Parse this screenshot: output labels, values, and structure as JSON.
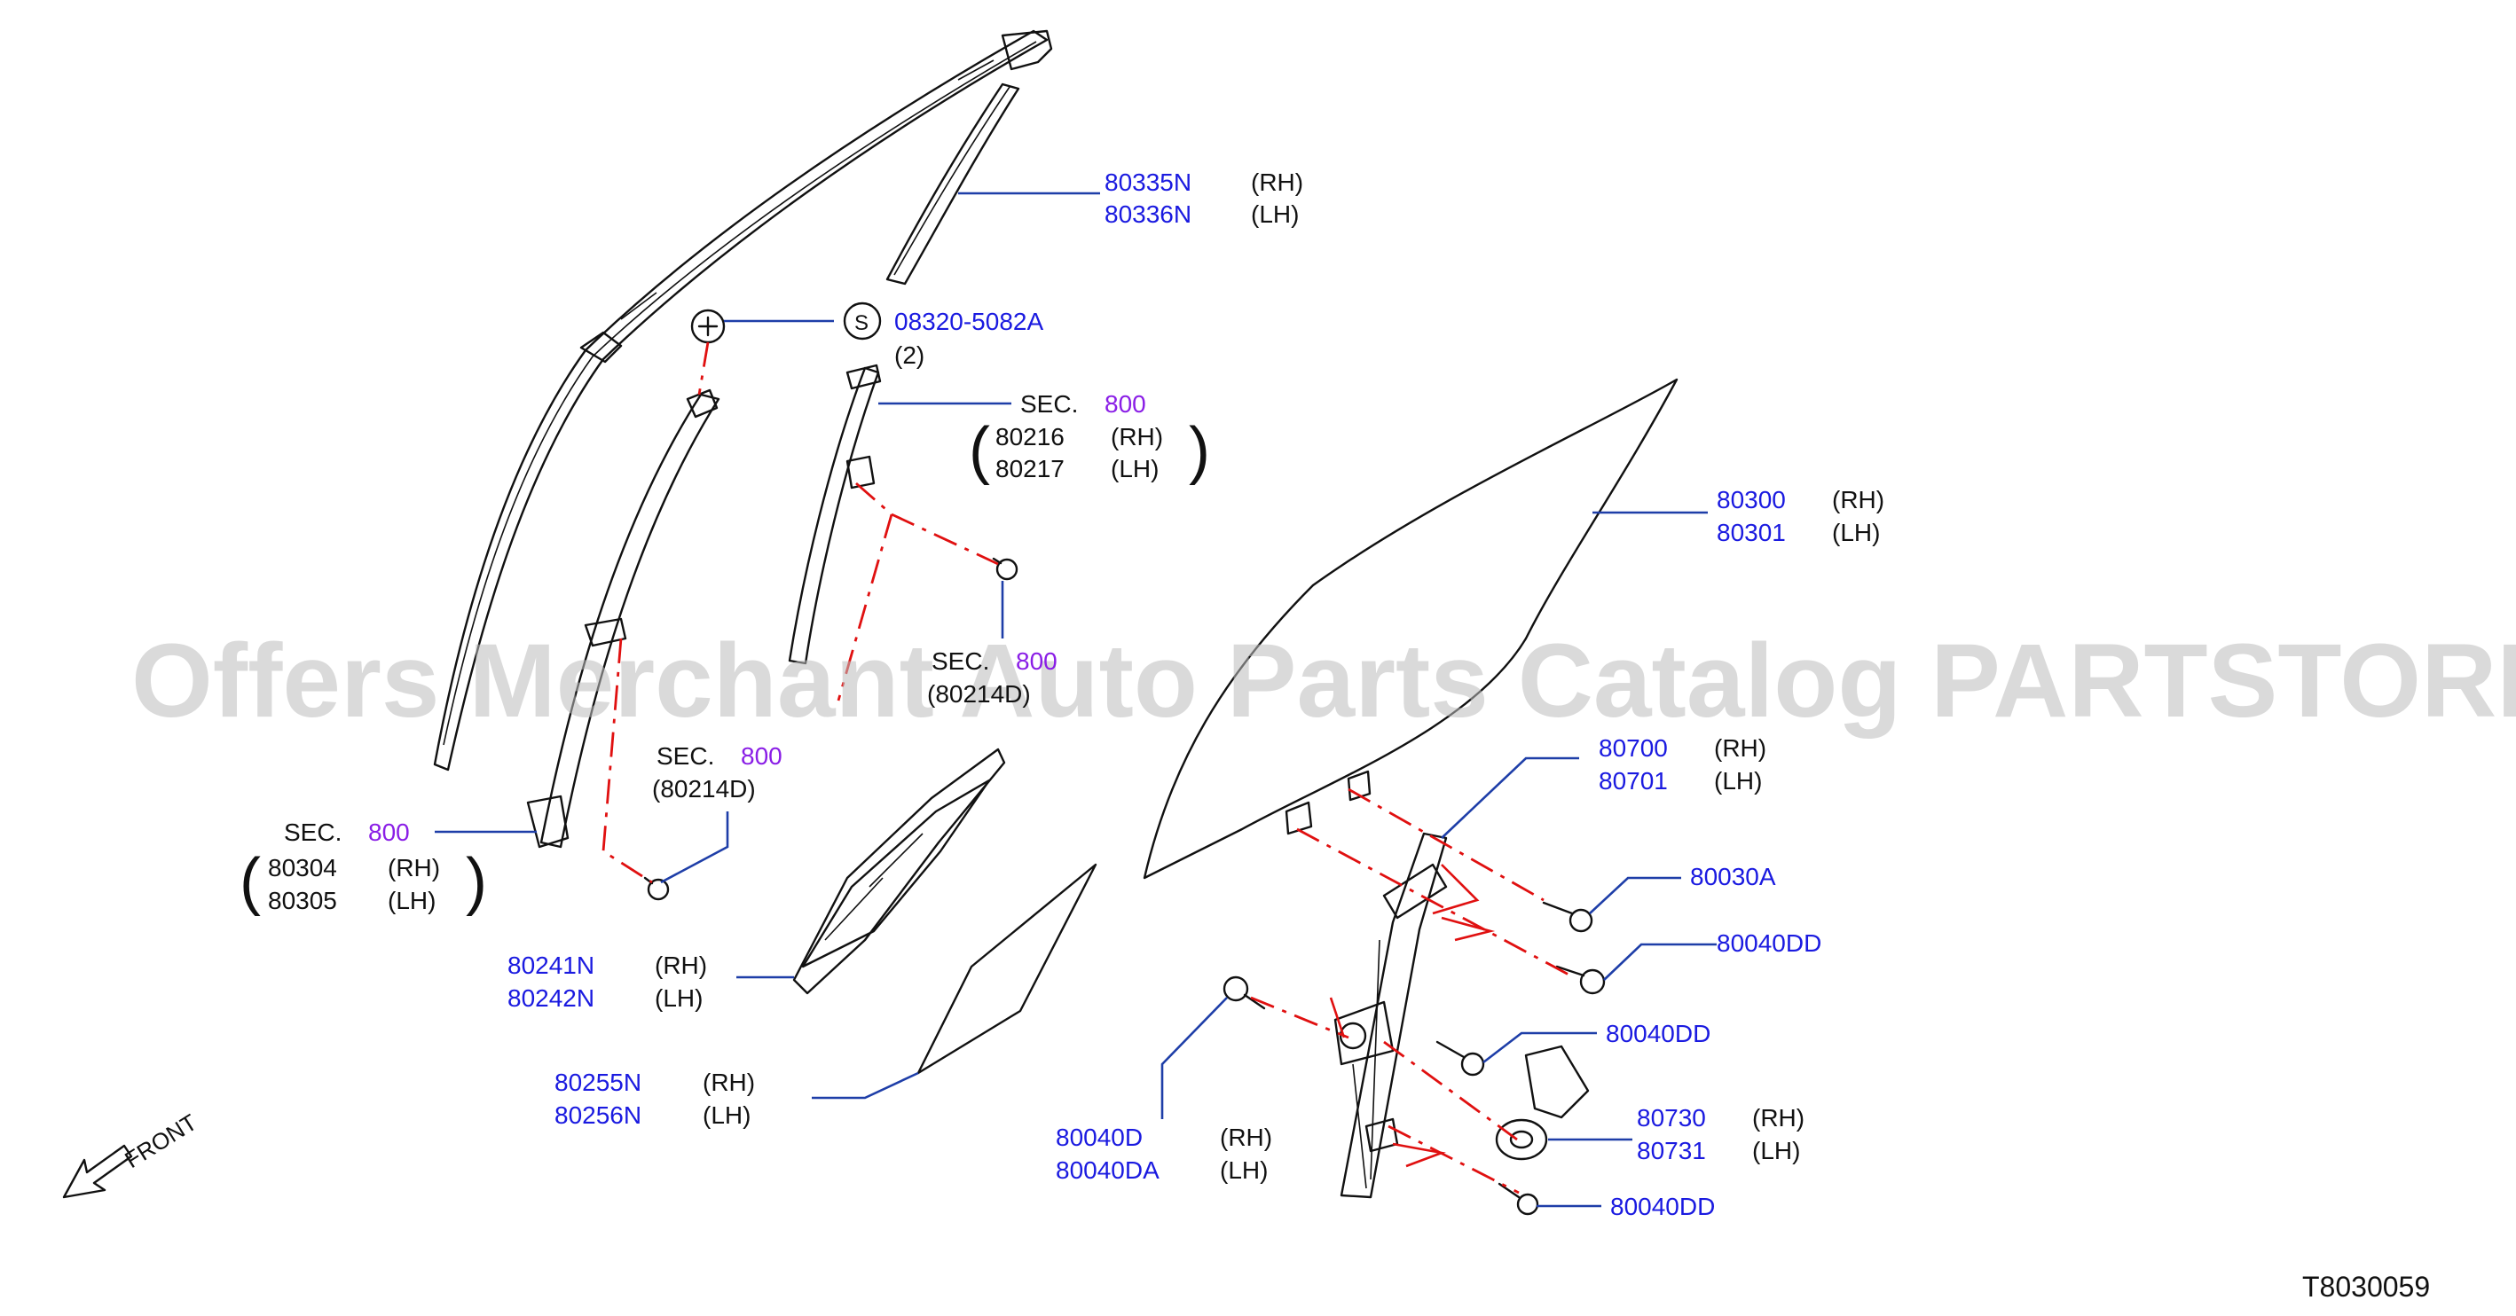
{
  "watermark": "Offers Merchant Auto Parts Catalog PARTSTORE.SA",
  "diagram_code": "T8030059",
  "front_label": "FRONT",
  "callouts": {
    "c_80335": {
      "part1": "80335N",
      "part2": "80336N",
      "side1": "(RH)",
      "side2": "(LH)"
    },
    "c_08320": {
      "symbol": "S",
      "part": "08320-5082A",
      "qty": "(2)"
    },
    "c_sec800_a": {
      "sec": "SEC.",
      "num": "800",
      "part1": "80216",
      "part2": "80217",
      "side1": "(RH)",
      "side2": "(LH)"
    },
    "c_sec800_b": {
      "sec": "SEC.",
      "num": "800",
      "part": "(80214D)"
    },
    "c_sec800_c": {
      "sec": "SEC.",
      "num": "800",
      "part": "(80214D)"
    },
    "c_sec800_d": {
      "sec": "SEC.",
      "num": "800",
      "part1": "80304",
      "part2": "80305",
      "side1": "(RH)",
      "side2": "(LH)"
    },
    "c_80241": {
      "part1": "80241N",
      "part2": "80242N",
      "side1": "(RH)",
      "side2": "(LH)"
    },
    "c_80255": {
      "part1": "80255N",
      "part2": "80256N",
      "side1": "(RH)",
      "side2": "(LH)"
    },
    "c_80300": {
      "part1": "80300",
      "part2": "80301",
      "side1": "(RH)",
      "side2": "(LH)"
    },
    "c_80700": {
      "part1": "80700",
      "part2": "80701",
      "side1": "(RH)",
      "side2": "(LH)"
    },
    "c_80030a": {
      "part": "80030A"
    },
    "c_80040dd_1": {
      "part": "80040DD"
    },
    "c_80040dd_2": {
      "part": "80040DD"
    },
    "c_80040dd_3": {
      "part": "80040DD"
    },
    "c_80730": {
      "part1": "80730",
      "part2": "80731",
      "side1": "(RH)",
      "side2": "(LH)"
    },
    "c_80040d": {
      "part1": "80040D",
      "part2": "80040DA",
      "side1": "(RH)",
      "side2": "(LH)"
    }
  },
  "colors": {
    "part_number": "#1a1ae0",
    "section_number": "#8a1ee6",
    "leader": "#1e3ea8",
    "phantom_line": "#e01010"
  }
}
